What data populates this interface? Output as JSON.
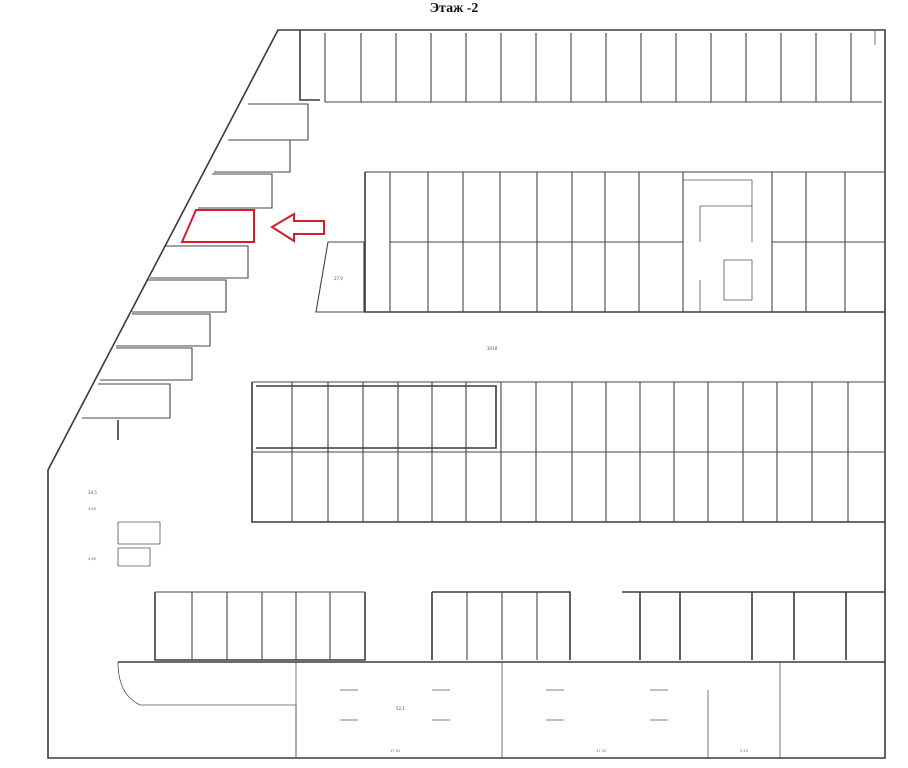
{
  "title": "Этаж -2",
  "colors": {
    "wall": "#3a3a3a",
    "highlight": "#d0202a",
    "background": "#ffffff"
  },
  "highlight_icon": "arrow-left-icon",
  "labels": {
    "aisle_area": "3018",
    "ramp_area": "27,9",
    "corner_area": "34,5",
    "bottom_hall": "52,1",
    "dim_top_left": "4,65",
    "dim_lower_left": "4,85",
    "dim_bottom_a": "17,52",
    "dim_bottom_b": "17,52",
    "dim_bottom_c": "5,53"
  }
}
